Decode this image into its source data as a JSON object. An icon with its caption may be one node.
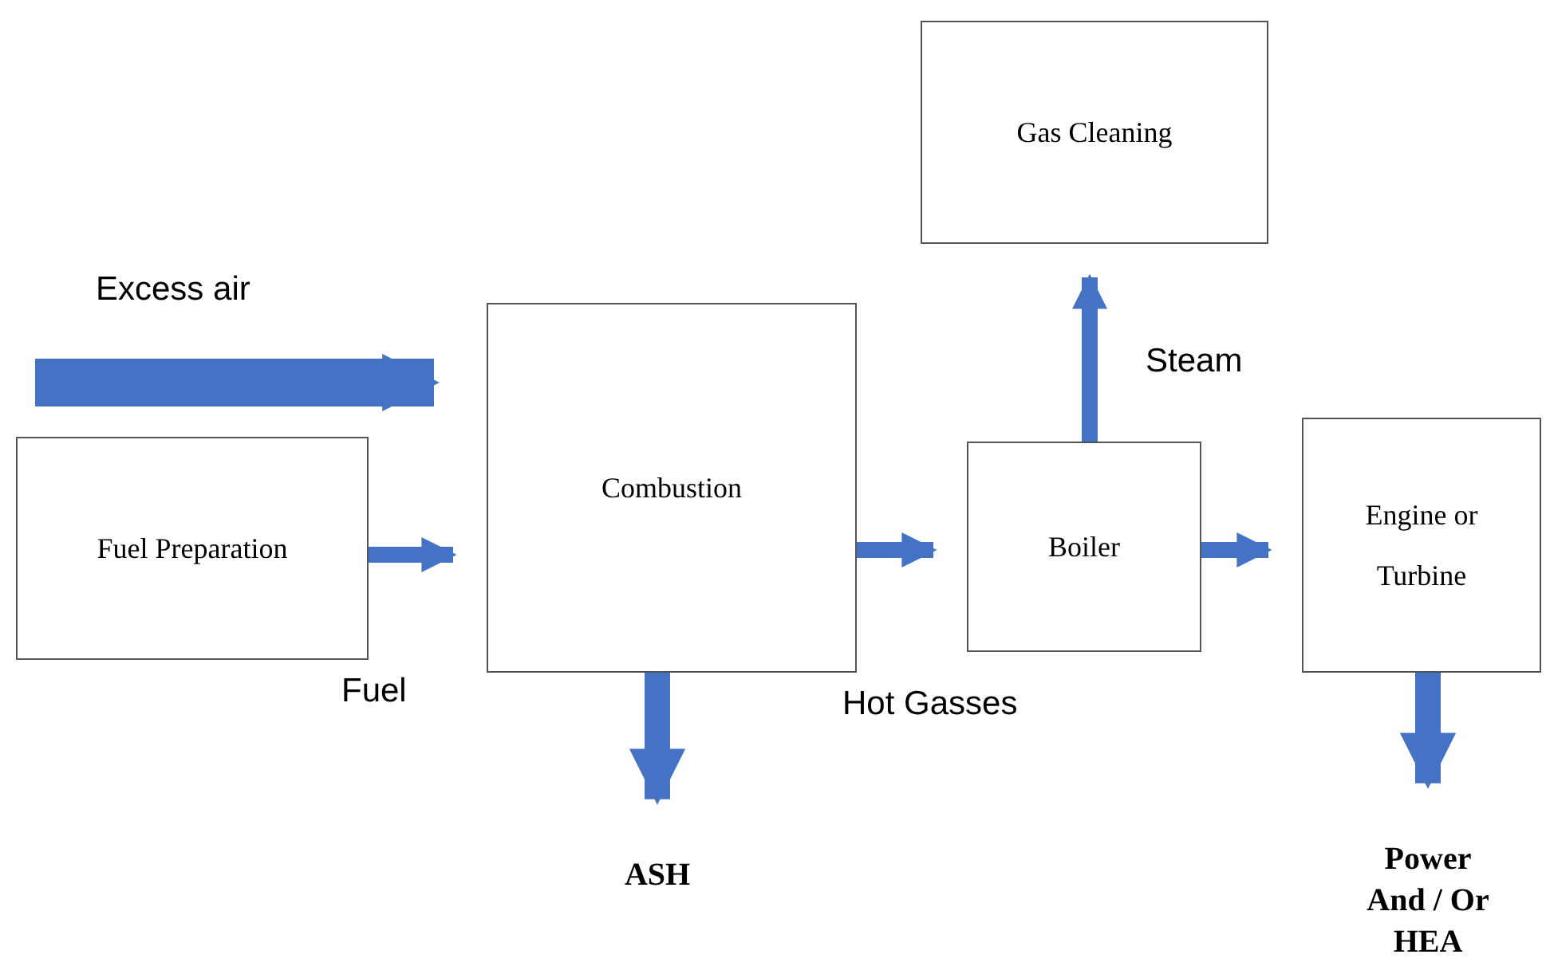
{
  "diagram": {
    "nodes": [
      {
        "text": [
          "Gas Cleaning"
        ]
      },
      {
        "text": [
          "Fuel Preparation"
        ]
      },
      {
        "text": [
          "Combustion"
        ]
      },
      {
        "text": [
          "Boiler"
        ]
      },
      {
        "text": [
          "Engine or Turbine"
        ]
      },
      {
        "text": [
          "ASH"
        ]
      },
      {
        "text": [
          "Power And / Or HEA"
        ]
      }
    ],
    "edges": [
      {
        "from": null,
        "to": 2,
        "arrow": "to",
        "label": "Excess air",
        "style": "thick"
      },
      {
        "from": 1,
        "to": 2,
        "arrow": "to",
        "label": "Fuel"
      },
      {
        "from": 2,
        "to": 3,
        "arrow": "to",
        "label": "Hot Gasses"
      },
      {
        "from": 3,
        "to": 0,
        "arrow": "to",
        "label": "Steam"
      },
      {
        "from": 3,
        "to": 4,
        "arrow": "to"
      },
      {
        "from": 2,
        "to": 5,
        "arrow": "to"
      },
      {
        "from": 4,
        "to": 6,
        "arrow": "to"
      }
    ]
  }
}
